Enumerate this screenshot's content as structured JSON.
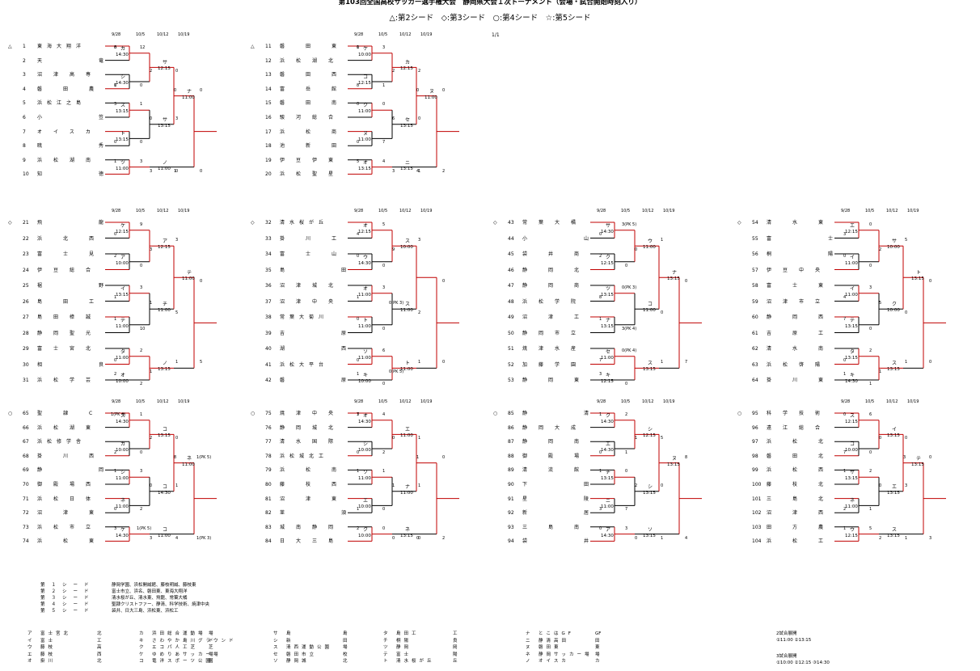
{
  "title": "第103回全国高校サッカー選手権大会　静岡県大会１次トーナメント（会場・試合開始時刻入り）",
  "seed_legend": "△:第2シード　◇:第3シード　○:第4シード　☆:第5シード",
  "page_no": "1/1",
  "dates": [
    "9/28",
    "10/5",
    "10/12",
    "10/19"
  ],
  "sections": [
    {
      "id": "A1",
      "mark": "△",
      "teams": [
        [
          "1",
          "東海大翔洋"
        ],
        [
          "2",
          "天竜"
        ],
        [
          "3",
          "沼津高専"
        ],
        [
          "4",
          "磐田農"
        ],
        [
          "5",
          "浜松江之島"
        ],
        [
          "6",
          "小笠"
        ],
        [
          "7",
          "オイスカ"
        ],
        [
          "8",
          "暁秀"
        ],
        [
          "9",
          "浜松湖南"
        ],
        [
          "10",
          "知徳"
        ]
      ],
      "venues": [
        [
          "カ",
          "14:30"
        ],
        [
          "シ",
          "14:30"
        ],
        [
          "ス",
          "13:15"
        ],
        [
          "ト",
          "13:15"
        ],
        [
          "ツ",
          "11:00"
        ],
        [
          "サ",
          "12:15"
        ],
        [
          "サ",
          "13:15"
        ],
        [
          "ノ",
          "11:00"
        ],
        [
          "ナ",
          "11:00"
        ]
      ],
      "scores": [
        "12",
        "0",
        "1",
        "0",
        "3",
        "0",
        "3",
        "0",
        "0",
        "0",
        "0",
        "0",
        "3",
        "0",
        "1",
        "2",
        "0",
        "3",
        "0",
        "1",
        "8",
        "1"
      ]
    },
    {
      "id": "A2",
      "mark": "△",
      "teams": [
        [
          "11",
          "磐田東"
        ],
        [
          "12",
          "浜松湖北"
        ],
        [
          "13",
          "磐田西"
        ],
        [
          "14",
          "富岳館"
        ],
        [
          "15",
          "磐田南"
        ],
        [
          "16",
          "駿河総合"
        ],
        [
          "17",
          "浜松商"
        ],
        [
          "18",
          "池新田"
        ],
        [
          "19",
          "伊豆伊東"
        ],
        [
          "20",
          "浜松聖星"
        ]
      ],
      "venues": [
        [
          "ケ",
          "10:00"
        ],
        [
          "コ",
          "12:15"
        ],
        [
          "ク",
          "11:00"
        ],
        [
          "ヌ",
          "11:00"
        ],
        [
          "オ",
          "13:15"
        ],
        [
          "カ",
          "12:15"
        ],
        [
          "セ",
          "13:15"
        ],
        [
          "ニ",
          "13:15"
        ],
        [
          "ヌ",
          "11:00"
        ]
      ],
      "scores": [
        "3",
        "1",
        "0",
        "7",
        "4",
        "2",
        "0",
        "1",
        "0",
        "2",
        "1",
        "8",
        "0",
        "0",
        "5",
        "2",
        "6",
        "3",
        "0",
        "4",
        "0"
      ]
    },
    {
      "id": "B1",
      "mark": "◇",
      "teams": [
        [
          "21",
          "飛龍"
        ],
        [
          "22",
          "浜北西"
        ],
        [
          "23",
          "富士見"
        ],
        [
          "24",
          "伊豆総合"
        ],
        [
          "25",
          "裾野"
        ],
        [
          "26",
          "島田工"
        ],
        [
          "27",
          "島田樟誠"
        ],
        [
          "28",
          "静岡聖光"
        ],
        [
          "29",
          "富士宮北"
        ],
        [
          "30",
          "相良"
        ],
        [
          "31",
          "浜松学芸"
        ]
      ],
      "venues": [
        [
          "ケ",
          "12:15"
        ],
        [
          "ア",
          "10:00"
        ],
        [
          "イ",
          "13:15"
        ],
        [
          "テ",
          "11:00"
        ],
        [
          "タ",
          "11:00"
        ],
        [
          "オ",
          "10:00"
        ],
        [
          "ア",
          "12:15"
        ],
        [
          "チ",
          "11:00"
        ],
        [
          "ノ",
          "13:15"
        ],
        [
          "テ",
          "11:00"
        ]
      ],
      "scores": [
        "9",
        "0",
        "3",
        "10",
        "2",
        "2",
        "3",
        "5",
        "1",
        "0",
        "5",
        "0",
        "2",
        "1",
        "1",
        "0",
        "2",
        "3",
        "1",
        "1"
      ]
    },
    {
      "id": "B2",
      "mark": "◇",
      "teams": [
        [
          "32",
          "清水桜が丘"
        ],
        [
          "33",
          "掛川工"
        ],
        [
          "34",
          "富士山"
        ],
        [
          "35",
          "島田"
        ],
        [
          "36",
          "沼津城北"
        ],
        [
          "37",
          "沼津中央"
        ],
        [
          "38",
          "常葉大菊川"
        ],
        [
          "39",
          "吉原"
        ],
        [
          "40",
          "湖西"
        ],
        [
          "41",
          "浜松大平台"
        ],
        [
          "42",
          "磐原"
        ]
      ],
      "venues": [
        [
          "オ",
          "12:15"
        ],
        [
          "ウ",
          "14:30"
        ],
        [
          "オ",
          "11:00"
        ],
        [
          "ト",
          "11:00"
        ],
        [
          "ソ",
          "11:00"
        ],
        [
          "キ",
          "10:00"
        ],
        [
          "ス",
          "10:00"
        ],
        [
          "ス",
          "11:00"
        ],
        [
          "ト",
          "11:00"
        ]
      ],
      "scores": [
        "5",
        "0",
        "3",
        "0",
        "6",
        "0",
        "3",
        "2",
        "1",
        "0",
        "0",
        "4",
        "0",
        "1",
        "0",
        "0",
        "1",
        "9",
        "0(PK 3)",
        "0(PK 5)"
      ]
    },
    {
      "id": "B3",
      "mark": "◇",
      "teams": [
        [
          "43",
          "常葉大橘"
        ],
        [
          "44",
          "小山"
        ],
        [
          "45",
          "袋井商"
        ],
        [
          "46",
          "静岡北"
        ],
        [
          "47",
          "静岡商"
        ],
        [
          "48",
          "浜松学院"
        ],
        [
          "49",
          "沼津工"
        ],
        [
          "50",
          "静岡市立"
        ],
        [
          "51",
          "焼津水産"
        ],
        [
          "52",
          "加藤学園"
        ],
        [
          "53",
          "静岡東"
        ]
      ],
      "venues": [
        [
          "サ",
          "14:30"
        ],
        [
          "ク",
          "12:15"
        ],
        [
          "ツ",
          "13:15"
        ],
        [
          "ナ",
          "13:15"
        ],
        [
          "セ",
          "11:00"
        ],
        [
          "キ",
          "12:15"
        ],
        [
          "ウ",
          "11:00"
        ],
        [
          "コ",
          "11:00"
        ],
        [
          "ス",
          "13:15"
        ],
        [
          "ナ",
          "13:15"
        ]
      ],
      "scores": [
        "3(PK 5)",
        "0",
        "0(PK 3)",
        "3(PK 4)",
        "0(PK 4)",
        "0",
        "1",
        "0",
        "1",
        "0",
        "7",
        "0",
        "2",
        "8",
        "1",
        "7",
        "3",
        "0"
      ]
    },
    {
      "id": "B4",
      "mark": "◇",
      "teams": [
        [
          "54",
          "清水東"
        ],
        [
          "55",
          "富士"
        ],
        [
          "56",
          "桐陽"
        ],
        [
          "57",
          "伊豆中央"
        ],
        [
          "58",
          "富士東"
        ],
        [
          "59",
          "沼津市立"
        ],
        [
          "60",
          "静岡西"
        ],
        [
          "61",
          "吉原工"
        ],
        [
          "62",
          "清水南"
        ],
        [
          "63",
          "浜松啓陽"
        ],
        [
          "64",
          "掛川東"
        ]
      ],
      "venues": [
        [
          "エ",
          "12:15"
        ],
        [
          "イ",
          "11:00"
        ],
        [
          "イ",
          "11:00"
        ],
        [
          "テ",
          "13:15"
        ],
        [
          "タ",
          "13:15"
        ],
        [
          "キ",
          "14:30"
        ],
        [
          "サ",
          "10:00"
        ],
        [
          "ク",
          "10:00"
        ],
        [
          "ス",
          "13:15"
        ],
        [
          "ト",
          "13:15"
        ]
      ],
      "scores": [
        "0",
        "0",
        "3",
        "0",
        "2",
        "1",
        "5",
        "0",
        "1",
        "0",
        "0",
        "3",
        "0",
        "4",
        "7",
        "0",
        "1",
        "2",
        "5",
        "1"
      ]
    },
    {
      "id": "C1",
      "mark": "○",
      "teams": [
        [
          "65",
          "聖隷C"
        ],
        [
          "66",
          "浜松湖東"
        ],
        [
          "67",
          "浜松修学舎"
        ],
        [
          "68",
          "掛川西"
        ],
        [
          "69",
          "静岡"
        ],
        [
          "70",
          "御殿場西"
        ],
        [
          "71",
          "浜松日体"
        ],
        [
          "72",
          "沼津東"
        ],
        [
          "73",
          "浜松市立"
        ],
        [
          "74",
          "浜松東"
        ]
      ],
      "venues": [
        [
          "ス",
          "14:30"
        ],
        [
          "カ",
          "10:00"
        ],
        [
          "シ",
          "11:00"
        ],
        [
          "ネ",
          "11:00"
        ],
        [
          "ケ",
          "14:30"
        ],
        [
          "コ",
          "13:15"
        ],
        [
          "コ",
          "14:30"
        ],
        [
          "コ",
          "11:00"
        ],
        [
          "ネ",
          "11:00"
        ]
      ],
      "scores": [
        "1",
        "0",
        "3",
        "2",
        "1(PK 5)",
        "0",
        "1",
        "4",
        "1(PK 5)",
        "1(PK 3)",
        "1(PK 4)",
        "2",
        "1",
        "0",
        "3",
        "2",
        "0",
        "3",
        "8"
      ]
    },
    {
      "id": "C2",
      "mark": "○",
      "teams": [
        [
          "75",
          "焼津中央"
        ],
        [
          "76",
          "静岡城北"
        ],
        [
          "77",
          "清水国際"
        ],
        [
          "78",
          "浜松城北工"
        ],
        [
          "79",
          "浜松南"
        ],
        [
          "80",
          "藤枝西"
        ],
        [
          "81",
          "沼津東"
        ],
        [
          "82",
          "韮須"
        ],
        [
          "83",
          "城南静岡"
        ],
        [
          "84",
          "日大三島"
        ]
      ],
      "venues": [
        [
          "オ",
          "14:30"
        ],
        [
          "シ",
          "10:00"
        ],
        [
          "ソ",
          "11:00"
        ],
        [
          "エ",
          "10:00"
        ],
        [
          "ク",
          "10:00"
        ],
        [
          "エ",
          "11:00"
        ],
        [
          "ナ",
          "11:00"
        ],
        [
          "ネ",
          "13:15"
        ]
      ],
      "scores": [
        "4",
        "2",
        "1",
        "0",
        "0",
        "1",
        "1",
        "0",
        "0",
        "2",
        "7",
        "0",
        "1",
        "1",
        "2",
        "0",
        "1",
        "0",
        "1",
        "0",
        "3"
      ]
    },
    {
      "id": "C3",
      "mark": "○",
      "teams": [
        [
          "85",
          "静清"
        ],
        [
          "86",
          "静岡大成"
        ],
        [
          "87",
          "静岡南"
        ],
        [
          "88",
          "御殿場"
        ],
        [
          "89",
          "清流館"
        ],
        [
          "90",
          "下田"
        ],
        [
          "91",
          "星陵"
        ],
        [
          "92",
          "新居"
        ],
        [
          "93",
          "三島南"
        ],
        [
          "94",
          "袋井"
        ]
      ],
      "venues": [
        [
          "ク",
          "14:30"
        ],
        [
          "エ",
          "14:30"
        ],
        [
          "チ",
          "13:15"
        ],
        [
          "ニ",
          "11:00"
        ],
        [
          "ア",
          "14:30"
        ],
        [
          "シ",
          "12:15"
        ],
        [
          "シ",
          "13:15"
        ],
        [
          "ソ",
          "13:15"
        ],
        [
          "ヌ",
          "13:15"
        ]
      ],
      "scores": [
        "2",
        "1",
        "0",
        "7",
        "3",
        "5",
        "0",
        "1",
        "8",
        "4",
        "1",
        "0",
        "1",
        "3",
        "0",
        "1",
        "2",
        "0"
      ]
    },
    {
      "id": "C4",
      "mark": "○",
      "teams": [
        [
          "95",
          "科学技術"
        ],
        [
          "96",
          "遠江総合"
        ],
        [
          "97",
          "浜松北"
        ],
        [
          "98",
          "磐田北"
        ],
        [
          "99",
          "浜松西"
        ],
        [
          "100",
          "藤枝北"
        ],
        [
          "101",
          "三島北"
        ],
        [
          "102",
          "沼津西"
        ],
        [
          "103",
          "田方農"
        ],
        [
          "104",
          "浜松工"
        ]
      ],
      "venues": [
        [
          "ス",
          "12:15"
        ],
        [
          "コ",
          "10:00"
        ],
        [
          "サ",
          "13:15"
        ],
        [
          "ネ",
          "11:00"
        ],
        [
          "ウ",
          "12:15"
        ],
        [
          "イ",
          "13:15"
        ],
        [
          "エ",
          "13:15"
        ],
        [
          "ス",
          "13:15"
        ],
        [
          "テ",
          "13:15"
        ]
      ],
      "scores": [
        "6",
        "0",
        "2",
        "1",
        "5",
        "0",
        "3",
        "1",
        "0",
        "3",
        "0",
        "7",
        "1",
        "2",
        "1",
        "0",
        "0",
        "2",
        "3"
      ]
    }
  ],
  "seeds": [
    [
      "第１シード",
      "静岡学園、浜松開誠館、藤枝明誠、藤枝東"
    ],
    [
      "第２シード",
      "富士市立、浜名、磐田東、東海大翔洋"
    ],
    [
      "第３シード",
      "清水桜が丘、清水東、飛龍、常葉大橘"
    ],
    [
      "第４シード",
      "聖隷クリストファー、静清、科学技術、焼津中央"
    ],
    [
      "第５シード",
      "袋井、日大三島、浜松東、浜松工"
    ]
  ],
  "venue_cols": [
    [
      [
        "ア",
        "富士宮北"
      ],
      [
        "イ",
        "富士"
      ],
      [
        "ウ",
        "藤枝"
      ],
      [
        "エ",
        "藤枝"
      ],
      [
        "オ",
        "掛川"
      ]
    ],
    [
      [
        "カ",
        "浜田総合運動場"
      ],
      [
        "キ",
        "さわやか島川グラウンド"
      ],
      [
        "ク",
        "エコパ人工芝"
      ],
      [
        "ケ",
        "ゆめりあサッカー場"
      ],
      [
        "コ",
        "竜洋スポーツ公園"
      ]
    ],
    [
      [
        "サ",
        "島"
      ],
      [
        "シ",
        "新"
      ],
      [
        "ス",
        "清西運動公園"
      ],
      [
        "セ",
        "磐田市立"
      ],
      [
        "ソ",
        "静岡城"
      ]
    ],
    [
      [
        "タ",
        "島田工"
      ],
      [
        "チ",
        "桐陽"
      ],
      [
        "ツ",
        "静岡"
      ],
      [
        "テ",
        "富士"
      ],
      [
        "ト",
        "清水桜が丘"
      ]
    ],
    [
      [
        "ナ",
        "とこはGF"
      ],
      [
        "ニ",
        "静清高田"
      ],
      [
        "ヌ",
        "磐田東"
      ],
      [
        "ネ",
        "静岡サッカー場"
      ],
      [
        "ノ",
        "オイスカ"
      ]
    ]
  ],
  "venue_sub": [
    [
      "北",
      "工",
      "高",
      "西",
      "北"
    ],
    [
      "場",
      "ド",
      "芝",
      "場",
      "園"
    ],
    [
      "島",
      "田",
      "場",
      "校",
      "北"
    ],
    [
      "工",
      "良",
      "岡",
      "陽",
      "丘"
    ],
    [
      "GF",
      "田",
      "東",
      "場",
      "カ"
    ]
  ],
  "schedule_notes": [
    "2試合展開",
    "①11:00 ②13:15",
    "3試合展開",
    "①10:00 ②12:15 ③14:30"
  ]
}
